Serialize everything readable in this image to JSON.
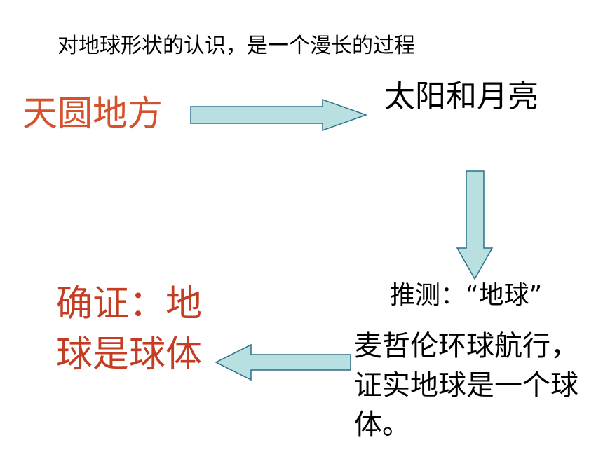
{
  "title": "对地球形状的认识，是一个漫长的过程",
  "nodes": {
    "ancient_view": "天圆地方",
    "observation": "太阳和月亮",
    "inference": "推测：“地球”",
    "voyage": "麦哲伦环球航行，证实地球是一个球体。",
    "conclusion": "确证：地球是球体"
  },
  "colors": {
    "highlight_text": "#d5502c",
    "arrow_fill": "#b9e0e1",
    "arrow_stroke": "#2b6f8a"
  }
}
